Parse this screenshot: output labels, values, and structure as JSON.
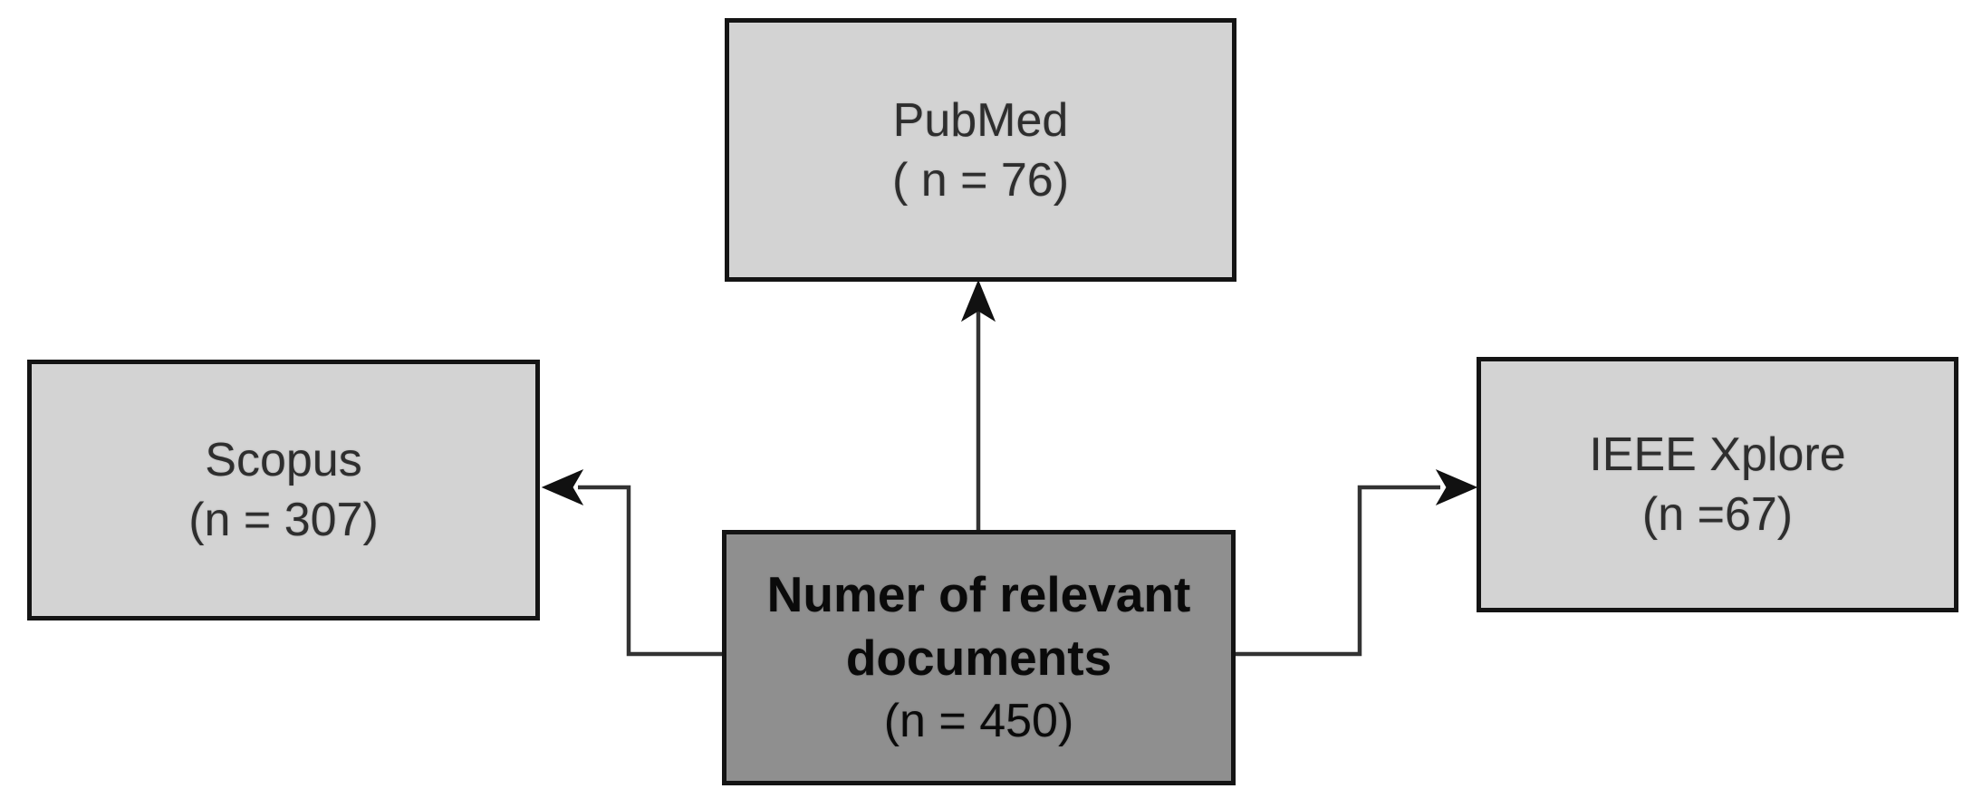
{
  "diagram": {
    "type": "flow-diagram",
    "background_color": "#ffffff",
    "node_fill_light": "#d3d3d3",
    "node_fill_dark": "#8f8f8f",
    "node_border_color": "#141414",
    "arrow_color": "#333333",
    "nodes": [
      {
        "id": "pubmed",
        "label": "PubMed",
        "count": "( n = 76)"
      },
      {
        "id": "scopus",
        "label": "Scopus",
        "count": "(n = 307)"
      },
      {
        "id": "ieee-xplore",
        "label": "IEEE Xplore",
        "count": "(n =67)"
      },
      {
        "id": "relevant-documents",
        "label_line1": "Numer of relevant",
        "label_line2": "documents",
        "count": "(n = 450)"
      }
    ],
    "edges": [
      {
        "from": "relevant-documents",
        "to": "pubmed",
        "direction": "up"
      },
      {
        "from": "relevant-documents",
        "to": "scopus",
        "direction": "left"
      },
      {
        "from": "relevant-documents",
        "to": "ieee-xplore",
        "direction": "right"
      }
    ]
  }
}
